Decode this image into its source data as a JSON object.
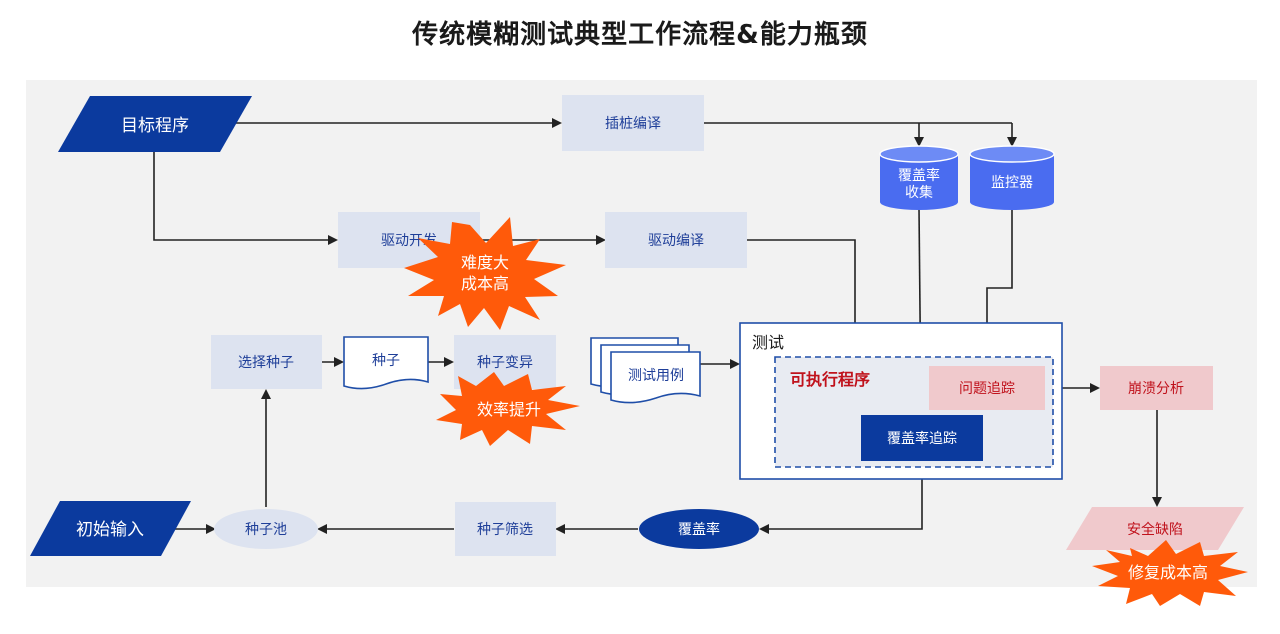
{
  "title": "传统模糊测试典型工作流程&能力瓶颈",
  "nodes": {
    "target_program": "目标程序",
    "instrument_compile": "插桩编译",
    "coverage_collect": [
      "覆盖率",
      "收集"
    ],
    "monitor": "监控器",
    "driver_dev": "驱动开发",
    "driver_compile": "驱动编译",
    "select_seed": "选择种子",
    "seed": "种子",
    "seed_mutate": "种子变异",
    "test_cases": "测试用例",
    "test_box": "测试",
    "executable": "可执行程序",
    "issue_trace": "问题追踪",
    "coverage_trace": "覆盖率追踪",
    "crash_analysis": "崩溃分析",
    "initial_input": "初始输入",
    "seed_pool": "种子池",
    "seed_filter": "种子筛选",
    "coverage": "覆盖率",
    "security_bug": "安全缺陷"
  },
  "callouts": {
    "hard_costly": [
      "难度大",
      "成本高"
    ],
    "efficiency": "效率提升",
    "fix_cost": "修复成本高"
  },
  "colors": {
    "dark_blue": "#0b3a9e",
    "mid_blue": "#4a6cf0",
    "light_box": "#dde3f0",
    "pink_box": "#f0c9cc",
    "burst": "#ff5a0a",
    "frame_blue": "#1f4ea8",
    "text_blue": "#1f3f99",
    "text_red": "#c0121c"
  }
}
